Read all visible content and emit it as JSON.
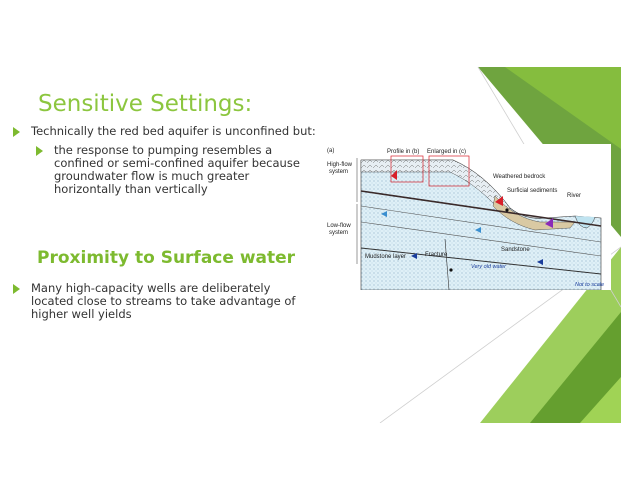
{
  "slide": {
    "title": "Sensitive Settings:",
    "bullets": [
      "Technically the red bed aquifer is unconfined but:",
      "the response to pumping resembles a confined or semi-confined aquifer because groundwater flow is much greater horizontally than vertically"
    ],
    "subheading": "Proximity to Surface water",
    "bullets2": [
      "Many high-capacity wells are deliberately located close to streams to take advantage of higher well yields"
    ]
  },
  "figure": {
    "panel_label": "(a)",
    "high_flow": [
      "High-flow",
      "system"
    ],
    "low_flow": [
      "Low-flow",
      "system"
    ],
    "profile_label": "Profile in (b)",
    "enlarged_label": "Enlarged in (c)",
    "weathered": "Weathered bedrock",
    "surficial": "Surficial sediments",
    "river": "River",
    "sandstone": "Sandstone",
    "mudstone": "Mudstone layer",
    "fracture": "Fracture",
    "old_water": "Very old water",
    "not_to_scale": "Not to scale"
  },
  "colors": {
    "accent_green": "#8cc63f",
    "dark_green": "#5f9a2a"
  }
}
